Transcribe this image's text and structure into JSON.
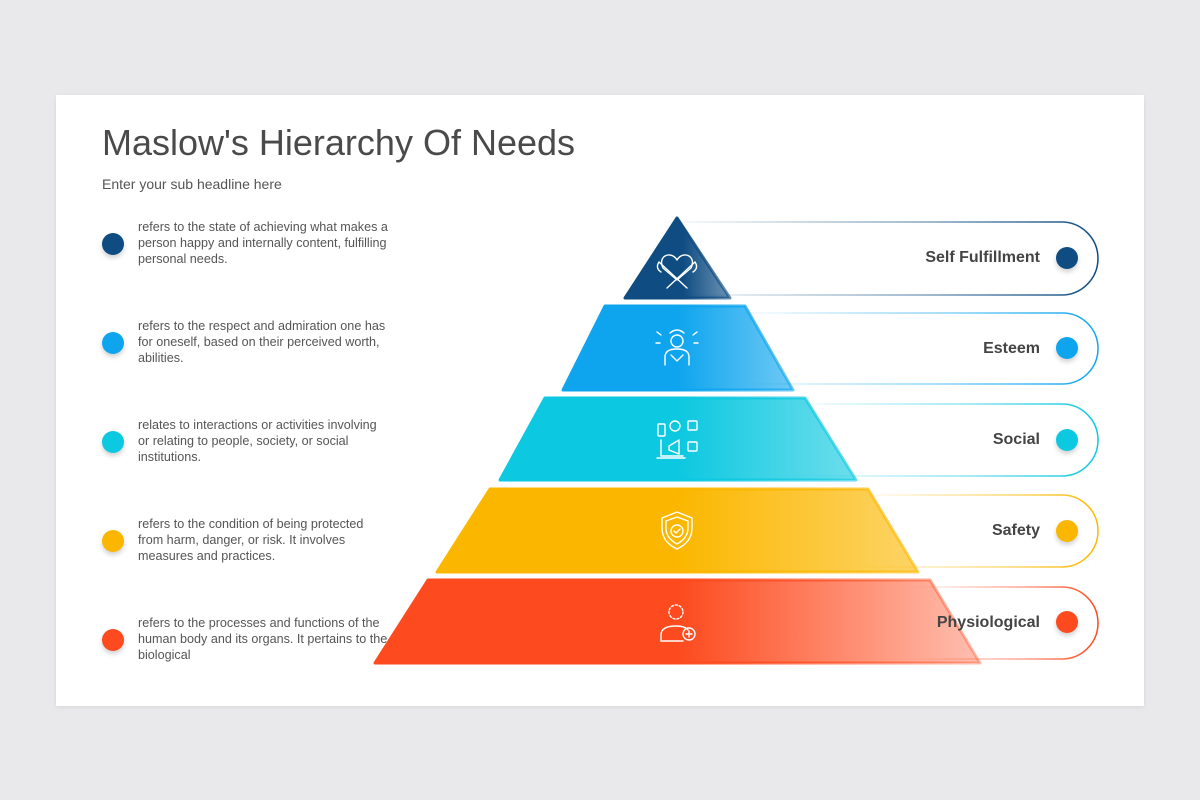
{
  "title": "Maslow's Hierarchy Of Needs",
  "subtitle": "Enter your sub headline here",
  "levels": [
    {
      "label": "Self Fulfillment",
      "color": "#0e4c82",
      "icon": "self-love-hug-icon",
      "description": "refers to the state of achieving what makes a person happy and internally content, fulfilling personal needs."
    },
    {
      "label": "Esteem",
      "color": "#0ea5ee",
      "icon": "confident-person-icon",
      "description": "refers to the respect and admiration one has for oneself, based on their perceived worth, abilities."
    },
    {
      "label": "Social",
      "color": "#0cc8e0",
      "icon": "social-media-megaphone-icon",
      "description": "relates to interactions or activities involving or relating to people, society, or social institutions."
    },
    {
      "label": "Safety",
      "color": "#fbb700",
      "icon": "shield-check-icon",
      "description": "refers to the condition of being protected from harm, danger, or risk. It involves measures and practices."
    },
    {
      "label": "Physiological",
      "color": "#fd4a1e",
      "icon": "health-person-icon",
      "description": "refers to the processes and functions of the human body and its organs. It pertains to the biological"
    }
  ]
}
